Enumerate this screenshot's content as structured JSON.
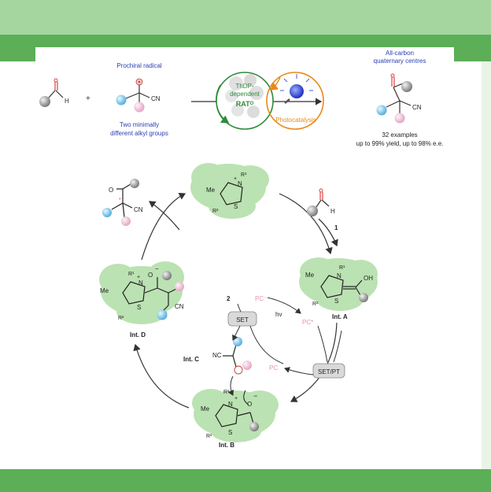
{
  "top": {
    "prochiral_label": "Prochiral radical",
    "h_label": "H",
    "plus": "+",
    "cn_label": "CN",
    "alkyl_line1": "Two minimally",
    "alkyl_line2": "different alkyl groups",
    "thdp_line1": "ThDP-",
    "thdp_line2": "dependent",
    "rat": "RATᴼ",
    "photocatalysis": "Photocatalysis",
    "product_header1": "All-carbon",
    "product_header2": "quaternary centres",
    "product_cn": "CN",
    "star": "*",
    "examples": "32 examples",
    "yield": "up to 99% yield, up to 98% e.e."
  },
  "cycle": {
    "top_me": "Me",
    "top_r1": "R¹",
    "top_r2": "R²",
    "top_n": "N",
    "top_s": "S",
    "top_plus": "+",
    "aldehyde_h": "H",
    "reagent_1": "1",
    "int_a_label": "Int. A",
    "int_a_me": "Me",
    "int_a_r1": "R¹",
    "int_a_r2": "R²",
    "int_a_n": "N",
    "int_a_s": "S",
    "int_a_oh": "OH",
    "int_b_label": "Int. B",
    "int_b_me": "Me",
    "int_b_r1": "R¹",
    "int_b_r2": "R²",
    "int_b_n": "N",
    "int_b_s": "S",
    "int_b_plus": "+",
    "int_b_o": "O",
    "int_b_minus": "−",
    "int_c_label": "Int. C",
    "int_c_nc": "NC",
    "int_d_label": "Int. D",
    "int_d_me": "Me",
    "int_d_r1": "R¹",
    "int_d_r2": "R²",
    "int_d_n": "N",
    "int_d_s": "S",
    "int_d_plus": "+",
    "int_d_o": "O",
    "int_d_minus": "−",
    "int_d_cn": "CN",
    "product_o": "O",
    "product_cn": "CN",
    "product_star": "*",
    "reagent_2": "2",
    "set": "SET",
    "setpt": "SET/PT",
    "hv": "hν",
    "pc_minus": "PC⁻",
    "pc_star": "PC*",
    "pc": "PC"
  },
  "colors": {
    "grey_ball": "#9a9a9a",
    "blue_ball": "#8fd0e8",
    "pink_ball": "#f2c8da",
    "enzyme": "#8fd080",
    "label_blue": "#2a3fb5",
    "orange": "#e88a1a",
    "green": "#2e8b3a"
  }
}
